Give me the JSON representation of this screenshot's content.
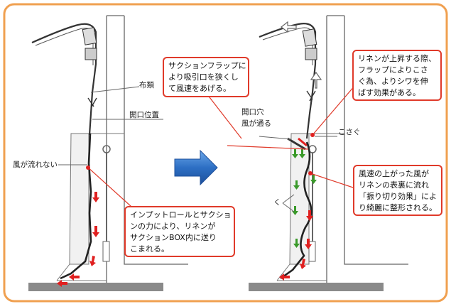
{
  "colors": {
    "frame": "#f0a050",
    "callout_border": "#e03a2a",
    "flow_red": "#e02020",
    "flow_green": "#3a9a2a",
    "transition_arrow": "#3a78c8",
    "machine_fill": "#f4f4f4",
    "ground": "#8a8a8a"
  },
  "labels": {
    "fabric": "布類",
    "opening_position": "開口位置",
    "no_wind": "風が流れない",
    "opening_hole": "開口穴",
    "wind_passes": "風が通る",
    "scrape": "こさぐ",
    "wind_mark": "く"
  },
  "callouts": {
    "left_bottom": [
      "インプットロールとサクショ",
      "ンの力により、リネンが",
      "サクションBOX内に送り",
      "こまれる。"
    ],
    "top_middle": [
      "サクションフラップに",
      "より吸引口を狭くし",
      "て風速をあげる。"
    ],
    "top_right": [
      "リネンが上昇する際、",
      "フラップによりこさ",
      "ぐ為、よりシワを伸",
      "ばす効果がある。"
    ],
    "bottom_right": [
      "風速の上がった風が",
      "リネンの表裏に流れ",
      "「振り切り効果」によ",
      "り綺麗に整形される。"
    ]
  },
  "icons": {
    "transition": "right-arrow-icon",
    "up_flow": "up-arrow-icon",
    "left_flow": "left-arrow-icon"
  }
}
